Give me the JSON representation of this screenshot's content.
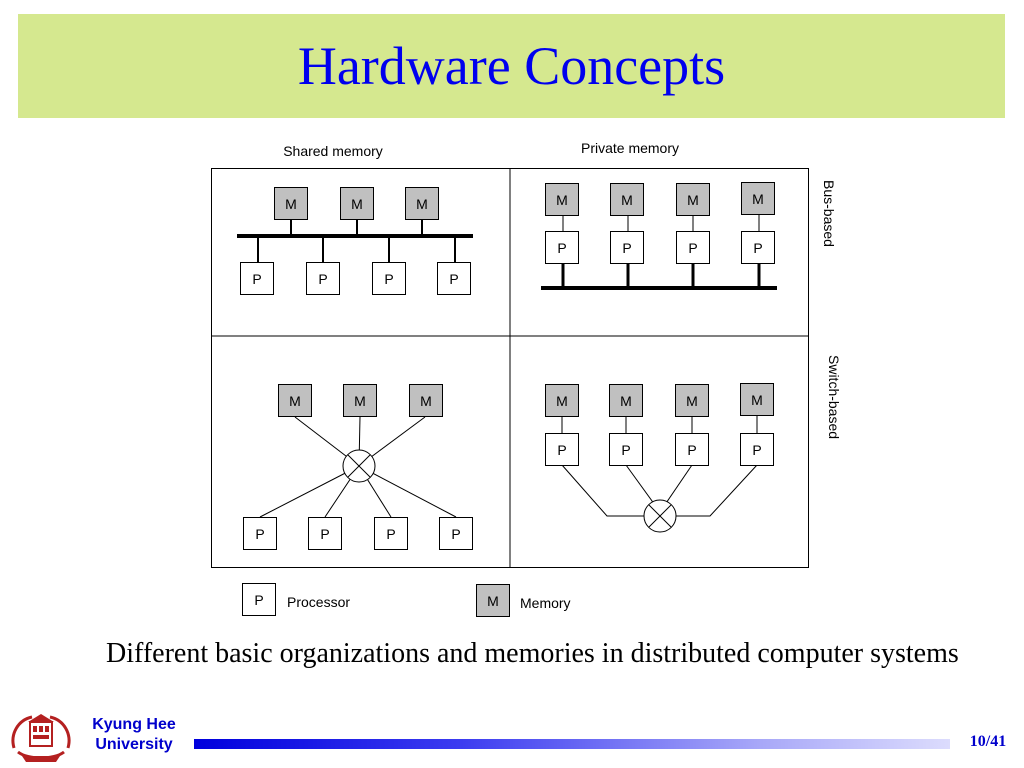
{
  "slide": {
    "title": "Hardware Concepts"
  },
  "diagram": {
    "column_headers": {
      "shared": "Shared memory",
      "private": "Private memory"
    },
    "row_labels": {
      "bus": "Bus-based",
      "switch": "Switch-based"
    },
    "processor_label": "P",
    "memory_label": "M",
    "legend": {
      "processor_symbol": "P",
      "processor_text": "Processor",
      "memory_symbol": "M",
      "memory_text": "Memory"
    },
    "colors": {
      "memory_fill": "#c0c0c0",
      "processor_fill": "#ffffff",
      "line": "#000000"
    }
  },
  "caption": "Different basic organizations and memories in distributed computer systems",
  "footer": {
    "university_line1": "Kyung Hee",
    "university_line2": "University",
    "page": "10/41",
    "colors": {
      "university_text": "#0000cc",
      "bar": "#0000dd"
    }
  },
  "theme": {
    "title_bg": "#d5e88f",
    "title_color": "#0000ee"
  }
}
